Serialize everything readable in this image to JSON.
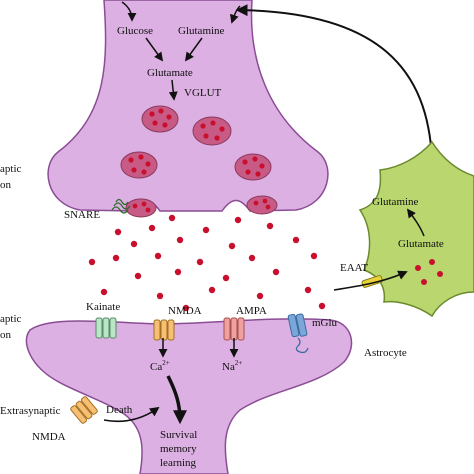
{
  "presynaptic": {
    "label_line1": "aptic",
    "label_line2": "on",
    "glucose": "Glucose",
    "glutamine": "Glutamine",
    "glutamate": "Glutamate",
    "vglut": "VGLUT",
    "snare": "SNARE"
  },
  "postsynaptic": {
    "label_line1": "aptic",
    "label_line2": "on",
    "kainate": "Kainate",
    "nmda": "NMDA",
    "ampa": "AMPA",
    "mglu": "mGlu",
    "ca_ion": "Ca",
    "ca_charge": "2+",
    "na_ion": "Na",
    "na_charge": "2+",
    "extrasynaptic_line1": "Extrasynaptic",
    "extrasynaptic_line2": "NMDA",
    "death": "Death",
    "outcome_1": "Survival",
    "outcome_2": "memory",
    "outcome_3": "learning"
  },
  "astrocyte": {
    "glutamine": "Glutamine",
    "glutamate": "Glutamate",
    "eaat": "EAAT",
    "label": "Astrocyte"
  },
  "colors": {
    "neuron_fill": "#dcb0e2",
    "neuron_stroke": "#8a4d94",
    "astrocyte_fill": "#b9d66f",
    "astrocyte_stroke": "#6b8a2c",
    "vesicle_fill": "#c85a86",
    "glutamate_dot": "#c8102e",
    "kainate": "#b8e6c7",
    "nmda": "#f6bf74",
    "ampa": "#f0a0a0",
    "mglu": "#7aa6d8",
    "eaat": "#e8d23a"
  }
}
